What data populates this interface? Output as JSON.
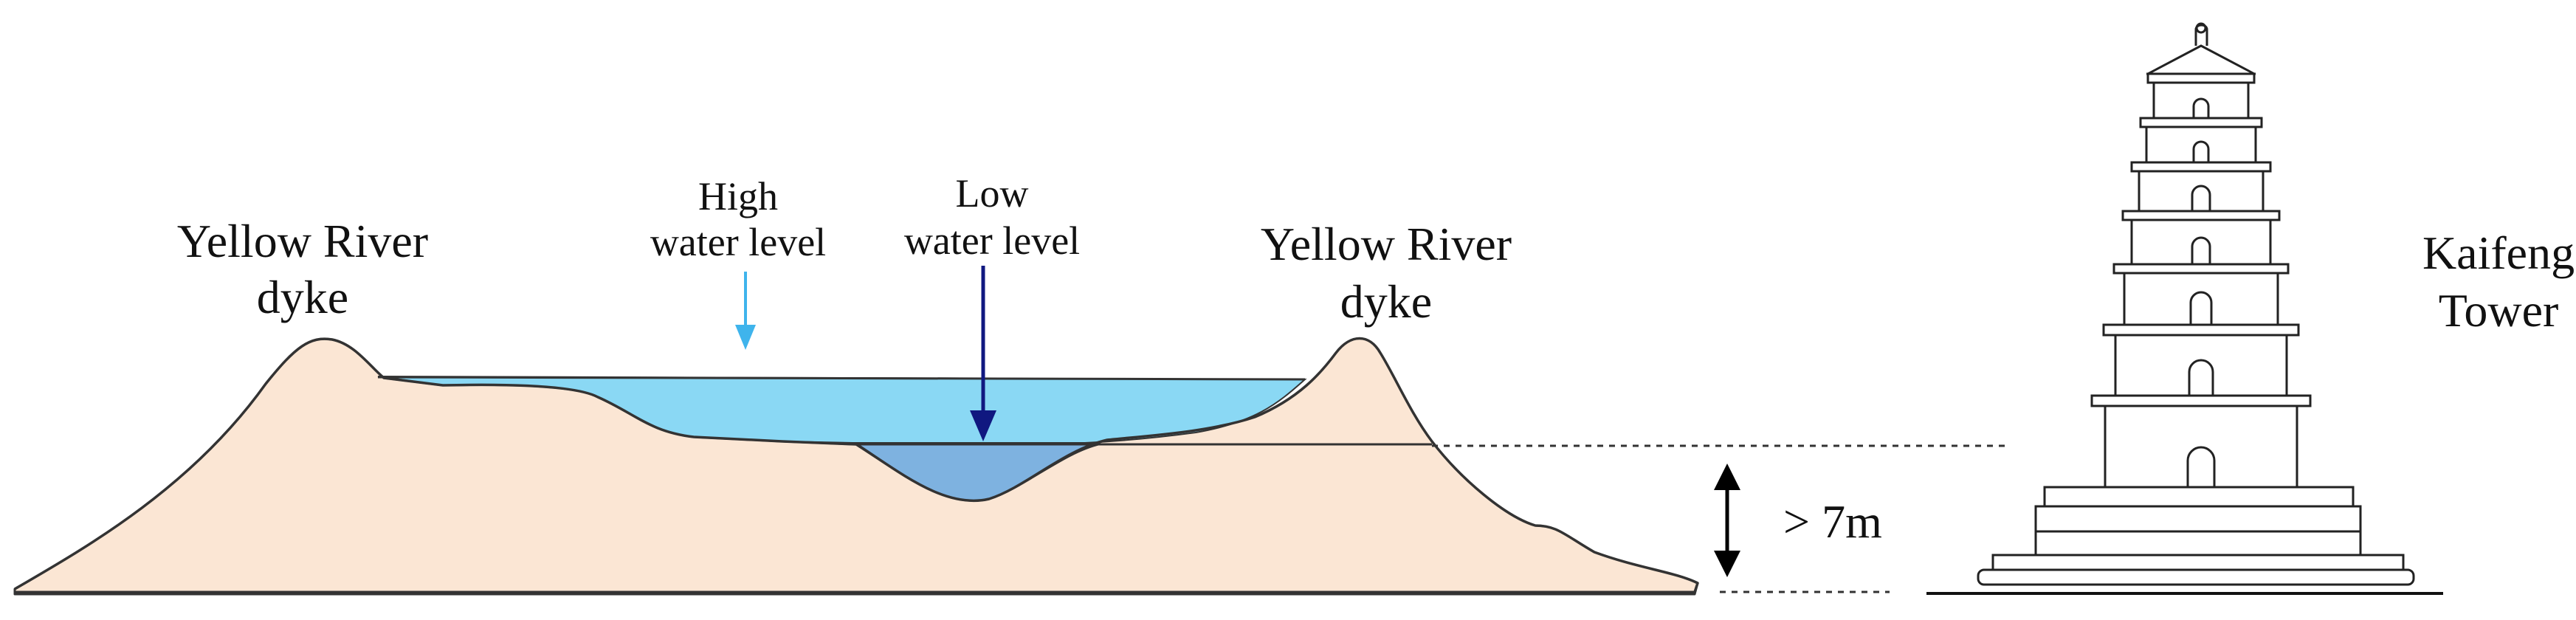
{
  "labels": {
    "left_dyke_line1": "Yellow River",
    "left_dyke_line2": "dyke",
    "right_dyke_line1": "Yellow River",
    "right_dyke_line2": "dyke",
    "high_water_line1": "High",
    "high_water_line2": "water level",
    "low_water_line1": "Low",
    "low_water_line2": "water level",
    "height_difference": "> 7m",
    "tower_line1": "Kaifeng",
    "tower_line2": "Tower"
  },
  "colors": {
    "ground_fill": "#fbe6d4",
    "high_water": "#8ad8f4",
    "low_water": "#7eb2e0",
    "high_arrow": "#3fb4ec",
    "low_arrow": "#101880",
    "outline": "#333333"
  }
}
